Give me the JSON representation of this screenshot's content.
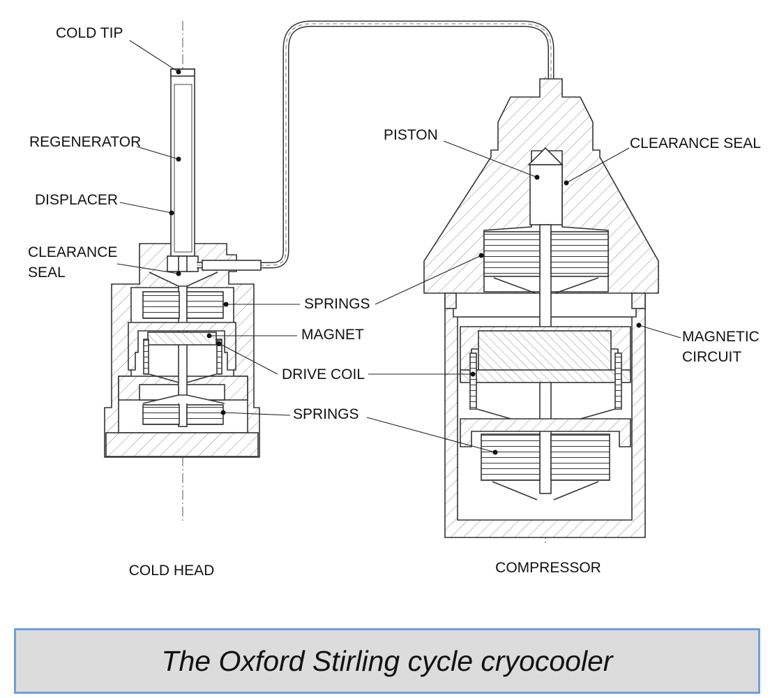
{
  "labels": {
    "cold_tip": "COLD TIP",
    "regenerator": "REGENERATOR",
    "displacer": "DISPLACER",
    "clearance_seal_left_1": "CLEARANCE",
    "clearance_seal_left_2": "SEAL",
    "springs_upper": "SPRINGS",
    "magnet": "MAGNET",
    "drive_coil": "DRIVE COIL",
    "springs_lower": "SPRINGS",
    "piston": "PISTON",
    "clearance_seal_right": "CLEARANCE SEAL",
    "magnetic_circuit_1": "MAGNETIC",
    "magnetic_circuit_2": "CIRCUIT"
  },
  "subtitles": {
    "cold_head": "COLD HEAD",
    "compressor": "COMPRESSOR"
  },
  "caption": "The Oxford Stirling cycle cryocooler"
}
